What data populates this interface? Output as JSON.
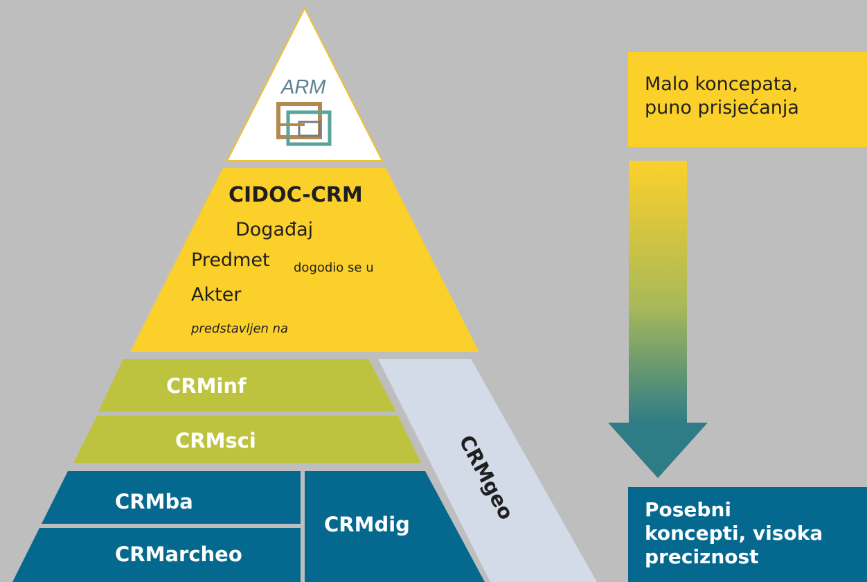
{
  "colors": {
    "background": "#bdbebd",
    "apex": "#ffffff",
    "apex_border": "#f2c12e",
    "cidoc": "#fcd02a",
    "extension_green": "#bec33f",
    "extension_teal": "#05698f",
    "crmgeo": "#d3dbe9",
    "arrow_top": "#fcd02a",
    "arrow_bottom": "#2e7c86"
  },
  "apex": {
    "logo_text": "ARM",
    "icon": "arm-logo-knot-icon"
  },
  "cidoc": {
    "title": "CIDOC-CRM",
    "event": "Događaj",
    "object": "Predmet",
    "took_place": "dogodio se u",
    "actor": "Akter",
    "represented": "predstavljen na"
  },
  "extensions": {
    "crminf": "CRMinf",
    "crmsci": "CRMsci",
    "crmba": "CRMba",
    "crmarcheo": "CRMarcheo",
    "crmdig": "CRMdig",
    "crmgeo": "CRMgeo"
  },
  "legend": {
    "top": [
      "Malo koncepata,",
      "puno prisjećanja"
    ],
    "bottom": [
      "Posebni",
      "koncepti, visoka",
      "preciznost"
    ],
    "arrow_icon": "down-arrow-icon"
  }
}
